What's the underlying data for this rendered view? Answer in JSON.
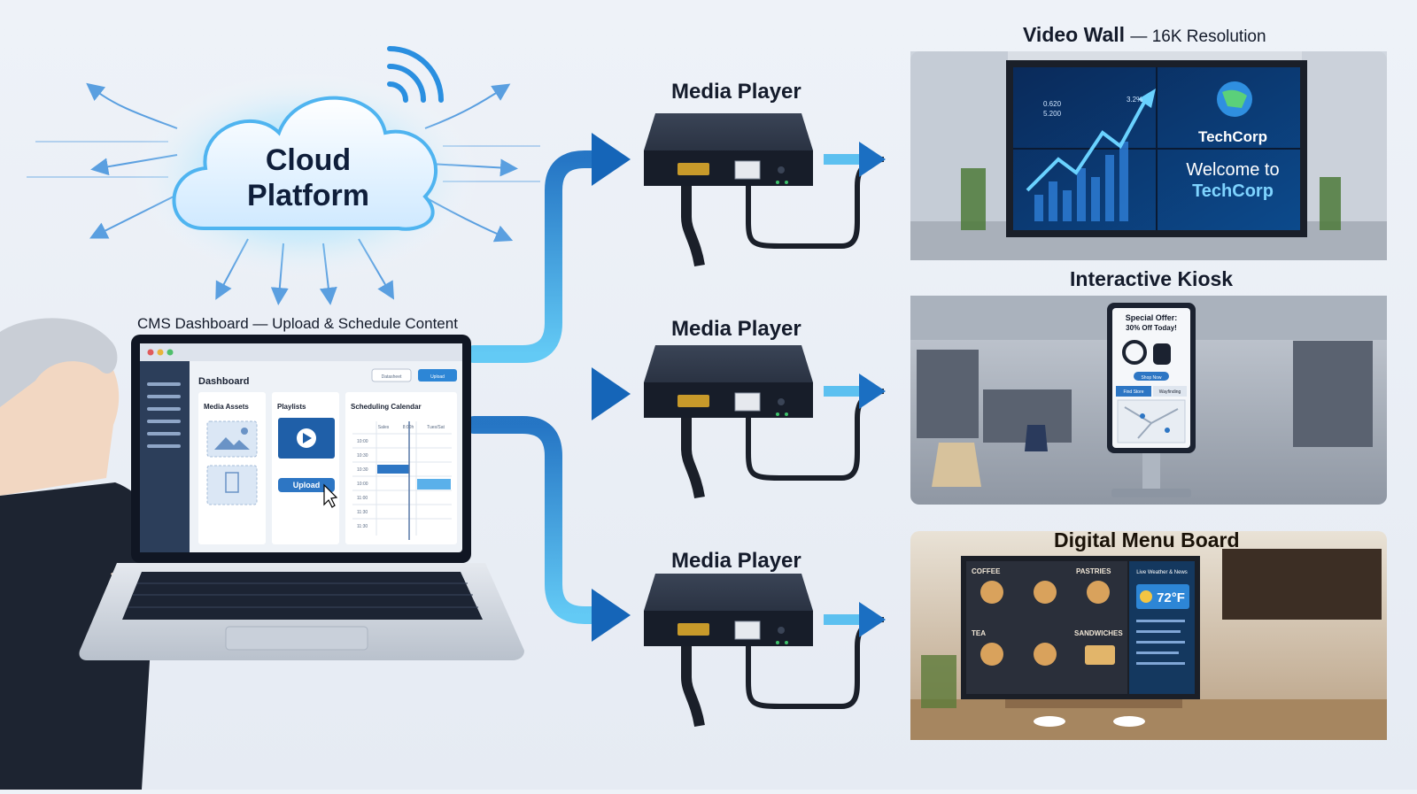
{
  "cloud": {
    "line1": "Cloud",
    "line2": "Platform"
  },
  "cms_caption": "CMS Dashboard — Upload & Schedule Content",
  "laptop": {
    "sidebar_title": "Dashboard",
    "btn_left": "Datasheet",
    "btn_right": "Upload",
    "col_media": "Media Assets",
    "col_playlists": "Playlists",
    "col_schedule": "Scheduling Calendar",
    "cal_cols": [
      "Sales",
      "8:00h",
      "Tues/Sat"
    ],
    "cal_times": [
      "10:00",
      "10:30",
      "10:30",
      "10:00",
      "11:00",
      "11:30",
      "11:30"
    ],
    "upload_label": "Upload"
  },
  "media_player_label": "Media Player",
  "panels": {
    "video_wall": {
      "title": "Video Wall",
      "subtitle": "— 16K Resolution",
      "brand": "TechCorp",
      "welcome1": "Welcome to",
      "welcome2": "TechCorp",
      "stat1": "0.620",
      "stat2": "5.200",
      "stat3": "3.2%"
    },
    "kiosk": {
      "title": "Interactive Kiosk",
      "offer1": "Special Offer:",
      "offer2": "30% Off Today!",
      "shop": "Shop Now",
      "tab1": "Find Store",
      "tab2": "Wayfinding"
    },
    "menu_board": {
      "title": "Digital Menu Board",
      "coffee": "COFFEE",
      "pastries": "PASTRIES",
      "tea": "TEA",
      "sandwiches": "SANDWICHES",
      "weather_head": "Live Weather & News",
      "temp": "72°F"
    }
  },
  "colors": {
    "accent": "#1e7fd4",
    "arrow": "#3fa8f0",
    "arrow_dark": "#0d4f8f",
    "device": "#222a38"
  }
}
